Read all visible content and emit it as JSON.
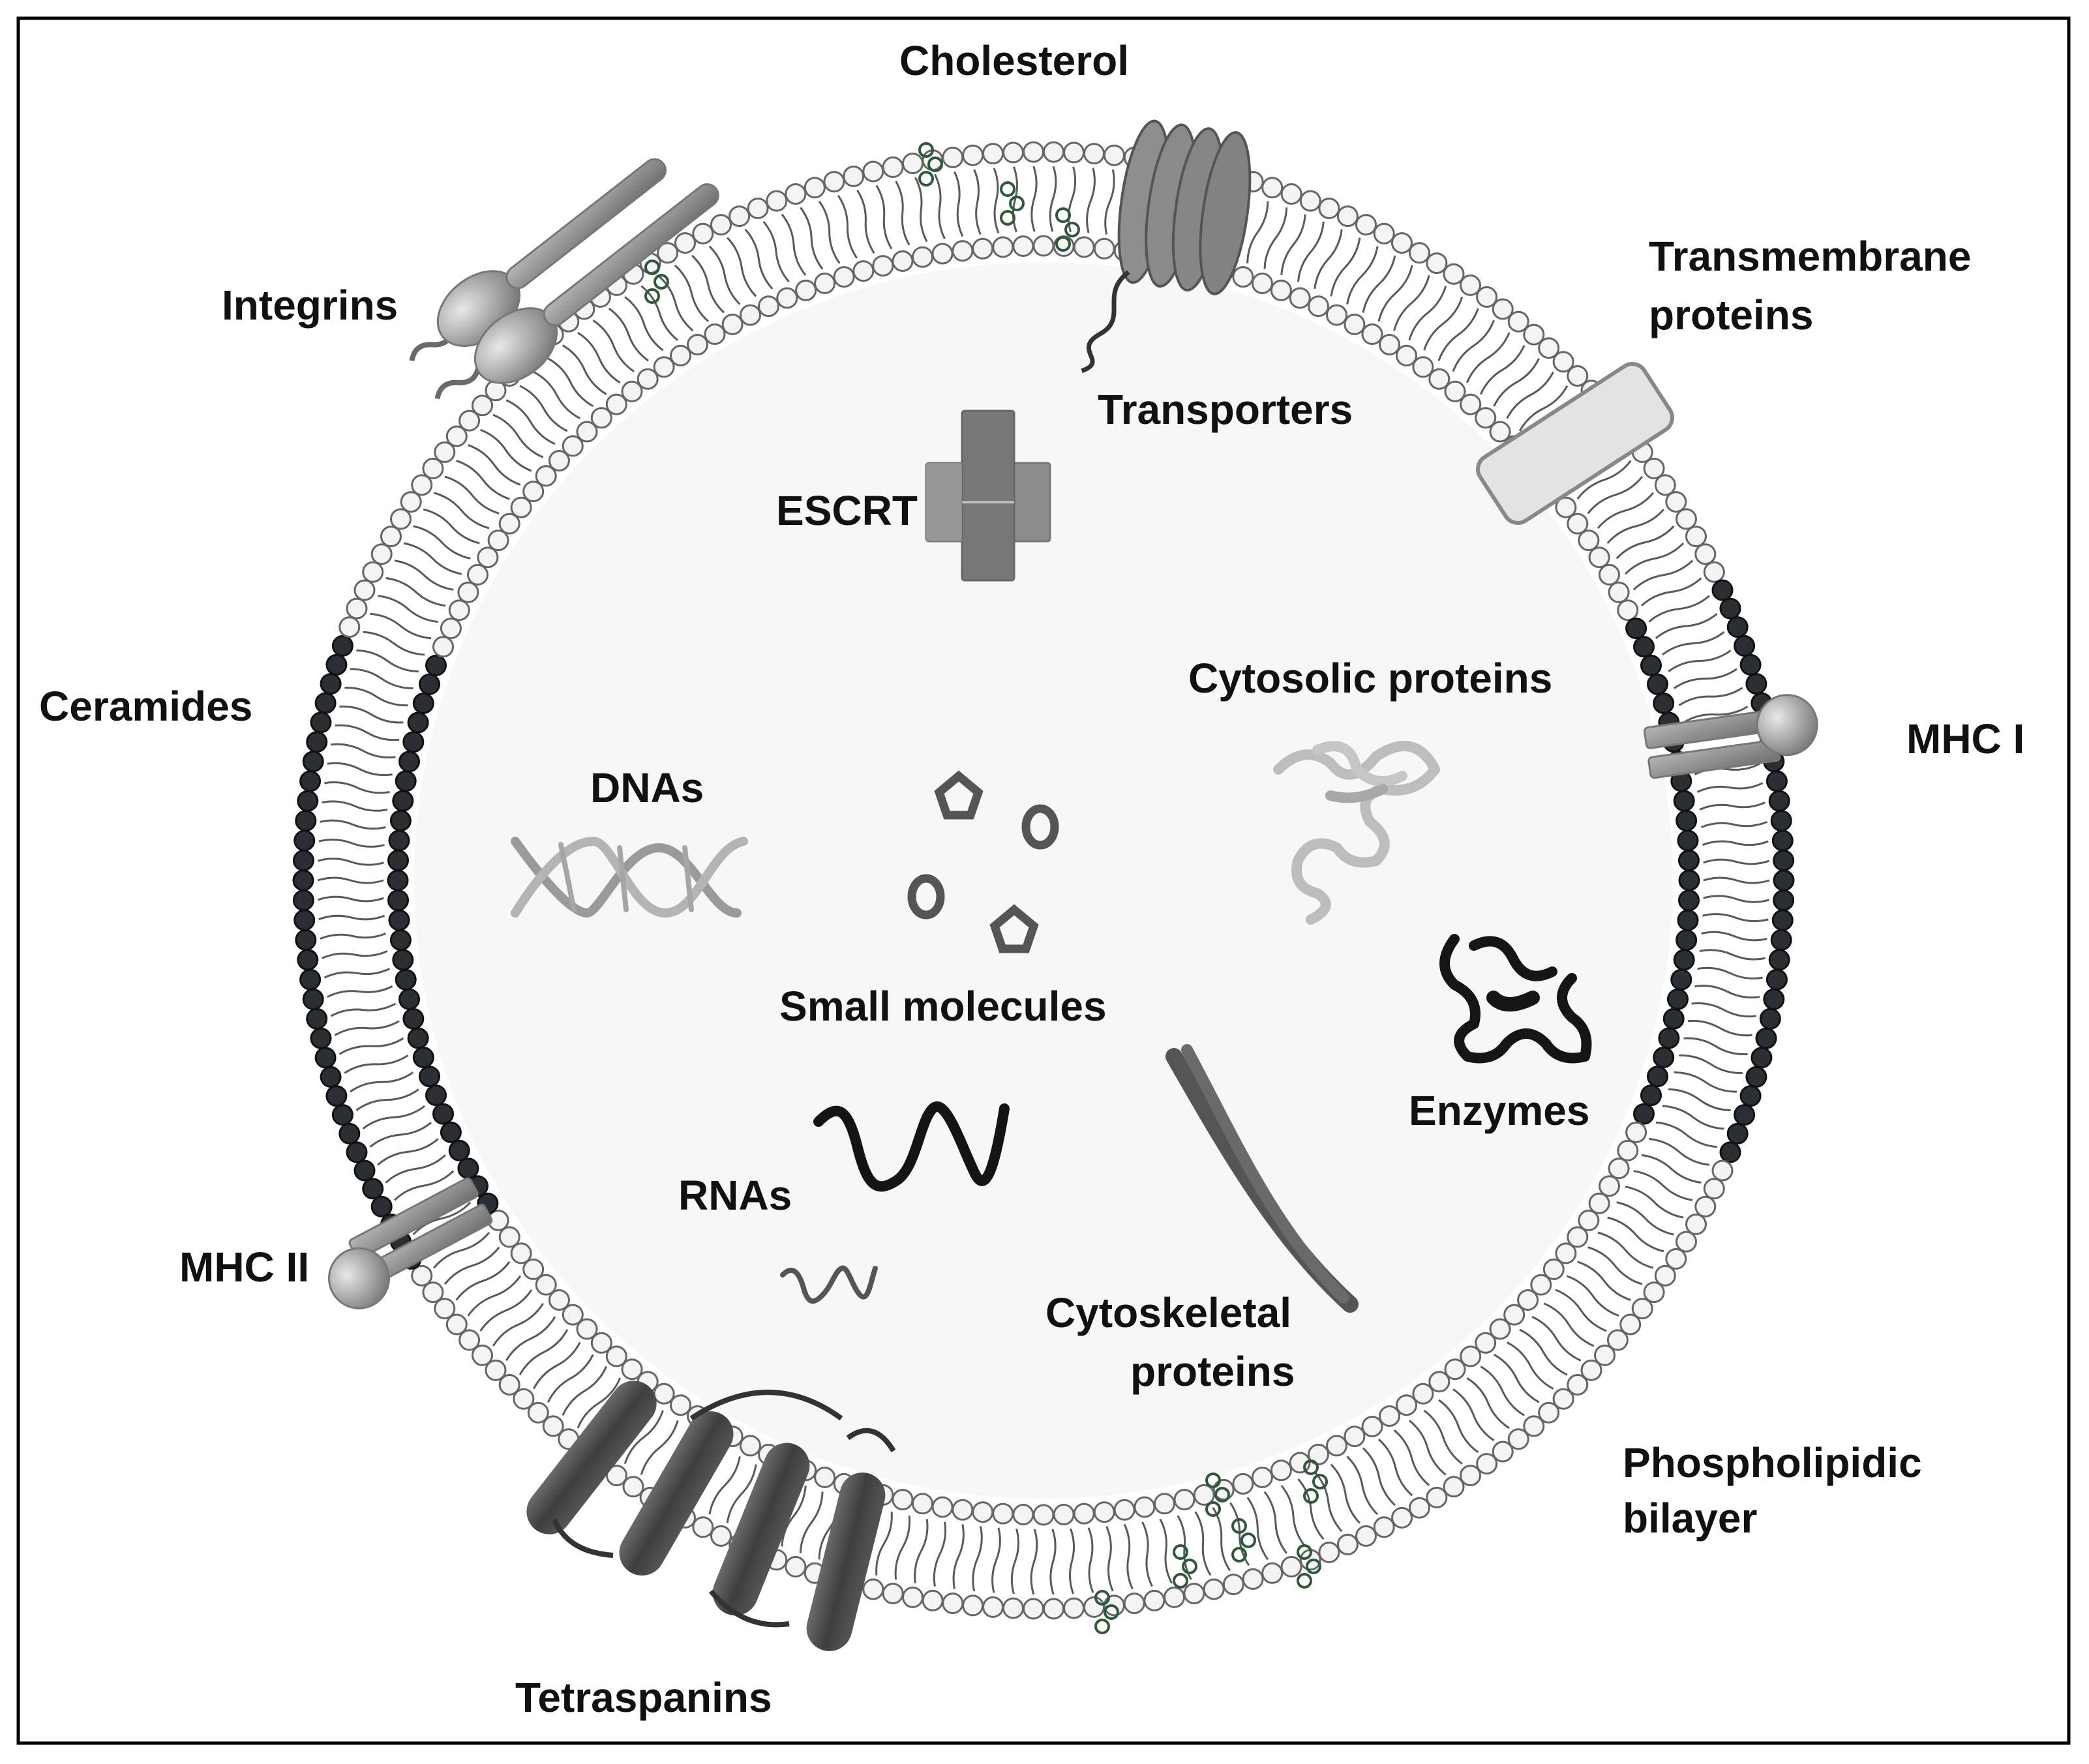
{
  "labels": {
    "cholesterol": "Cholesterol",
    "integrins": "Integrins",
    "transmembrane_line1": "Transmembrane",
    "transmembrane_line2": "proteins",
    "transporters": "Transporters",
    "escrt": "ESCRT",
    "ceramides": "Ceramides",
    "cytosolic_proteins": "Cytosolic proteins",
    "mhc1": "MHC I",
    "dnas": "DNAs",
    "small_molecules": "Small molecules",
    "enzymes": "Enzymes",
    "rnas": "RNAs",
    "mhc2": "MHC II",
    "cytoskeletal_line1": "Cytoskeletal",
    "cytoskeletal_line2": "proteins",
    "phospholipidic_line1": "Phospholipidic",
    "phospholipidic_line2": "bilayer",
    "tetraspanins": "Tetraspanins"
  },
  "colors": {
    "frame": "#000000",
    "vesicle_interior": "#f7f7f7",
    "head_light": "#f4f4f4",
    "head_stroke": "#666666",
    "ceramide_head": "#2b2f33",
    "cholesterol_green": "#2f5a3a",
    "protein_gray": "#8c8c8c",
    "protein_dark": "#4a4a4a",
    "enzyme_black": "#151515"
  },
  "icons": {
    "integrin": "integrin-icon",
    "transporter": "transporter-icon",
    "transmembrane_protein": "transmembrane-protein-icon",
    "mhc1": "mhc1-icon",
    "mhc2": "mhc2-icon",
    "tetraspanin": "tetraspanin-icon",
    "escrt": "escrt-icon",
    "dna": "dna-helix-icon",
    "small_molecule": "small-molecule-icon",
    "cytosolic_protein": "cytosolic-protein-icon",
    "enzyme": "enzyme-icon",
    "rna": "rna-strand-icon",
    "cytoskeletal_protein": "cytoskeletal-filament-icon",
    "cholesterol": "cholesterol-icon"
  }
}
